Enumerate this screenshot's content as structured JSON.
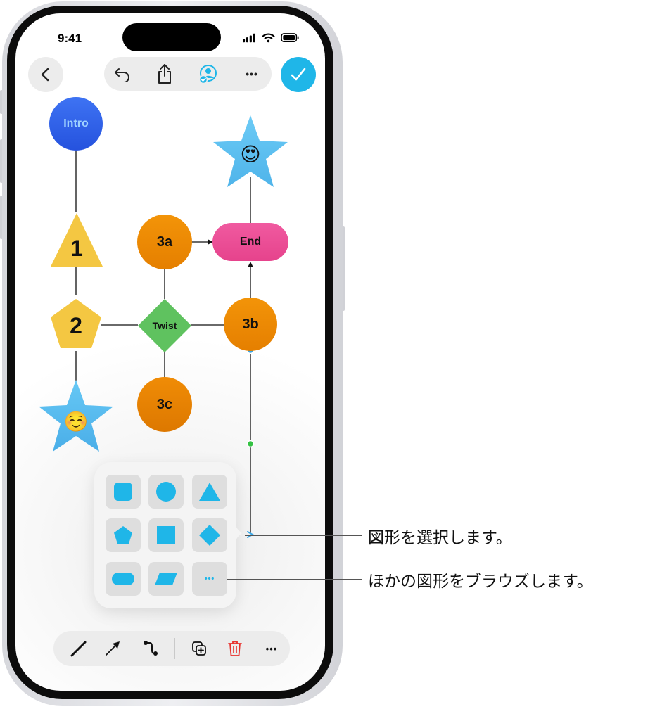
{
  "status_bar": {
    "time": "9:41"
  },
  "toolbar": {
    "more_label": "•••"
  },
  "diagram": {
    "nodes": {
      "intro": "Intro",
      "step1": "1",
      "step2": "2",
      "twist": "Twist",
      "n3a": "3a",
      "n3b": "3b",
      "n3c": "3c",
      "end": "End",
      "emoji_top": "😍",
      "emoji_bottom": "☺️"
    },
    "colors": {
      "intro": "#2f5fe6",
      "triangle": "#f4c742",
      "pentagon": "#f4c742",
      "star": "#5ac2f2",
      "twist": "#5fc25f",
      "orange": "#ef8a06",
      "end": "#ea4f95",
      "accent": "#1fb6e8"
    }
  },
  "shape_picker": {
    "tiles": [
      {
        "name": "rounded-square",
        "icon": "rounded-square-icon"
      },
      {
        "name": "circle",
        "icon": "circle-icon"
      },
      {
        "name": "triangle",
        "icon": "triangle-icon"
      },
      {
        "name": "pentagon",
        "icon": "pentagon-icon"
      },
      {
        "name": "square",
        "icon": "square-icon"
      },
      {
        "name": "diamond",
        "icon": "diamond-icon"
      },
      {
        "name": "capsule",
        "icon": "capsule-icon"
      },
      {
        "name": "parallelogram",
        "icon": "parallelogram-icon"
      },
      {
        "name": "more",
        "icon": "ellipsis-icon"
      }
    ],
    "more_label": "•••"
  },
  "bottom_toolbar": {
    "more_label": "•••"
  },
  "callouts": {
    "select_shape": "図形を選択します。",
    "browse_shapes": "ほかの図形をブラウズします。"
  }
}
